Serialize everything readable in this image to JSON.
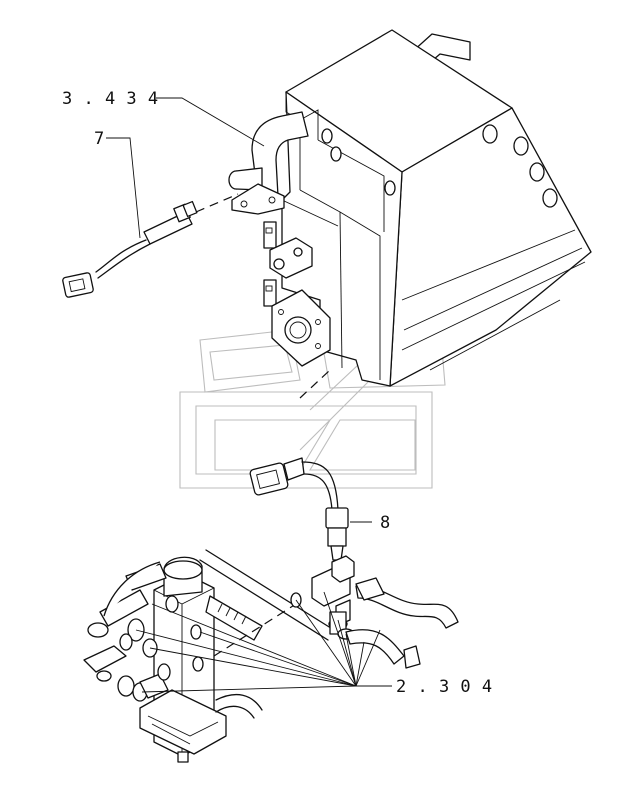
{
  "callouts": [
    {
      "id": "3434",
      "text": "3 . 4 3 4"
    },
    {
      "id": "7",
      "text": "7"
    },
    {
      "id": "8",
      "text": "8"
    },
    {
      "id": "2304",
      "text": "2 . 3 0 4"
    }
  ]
}
